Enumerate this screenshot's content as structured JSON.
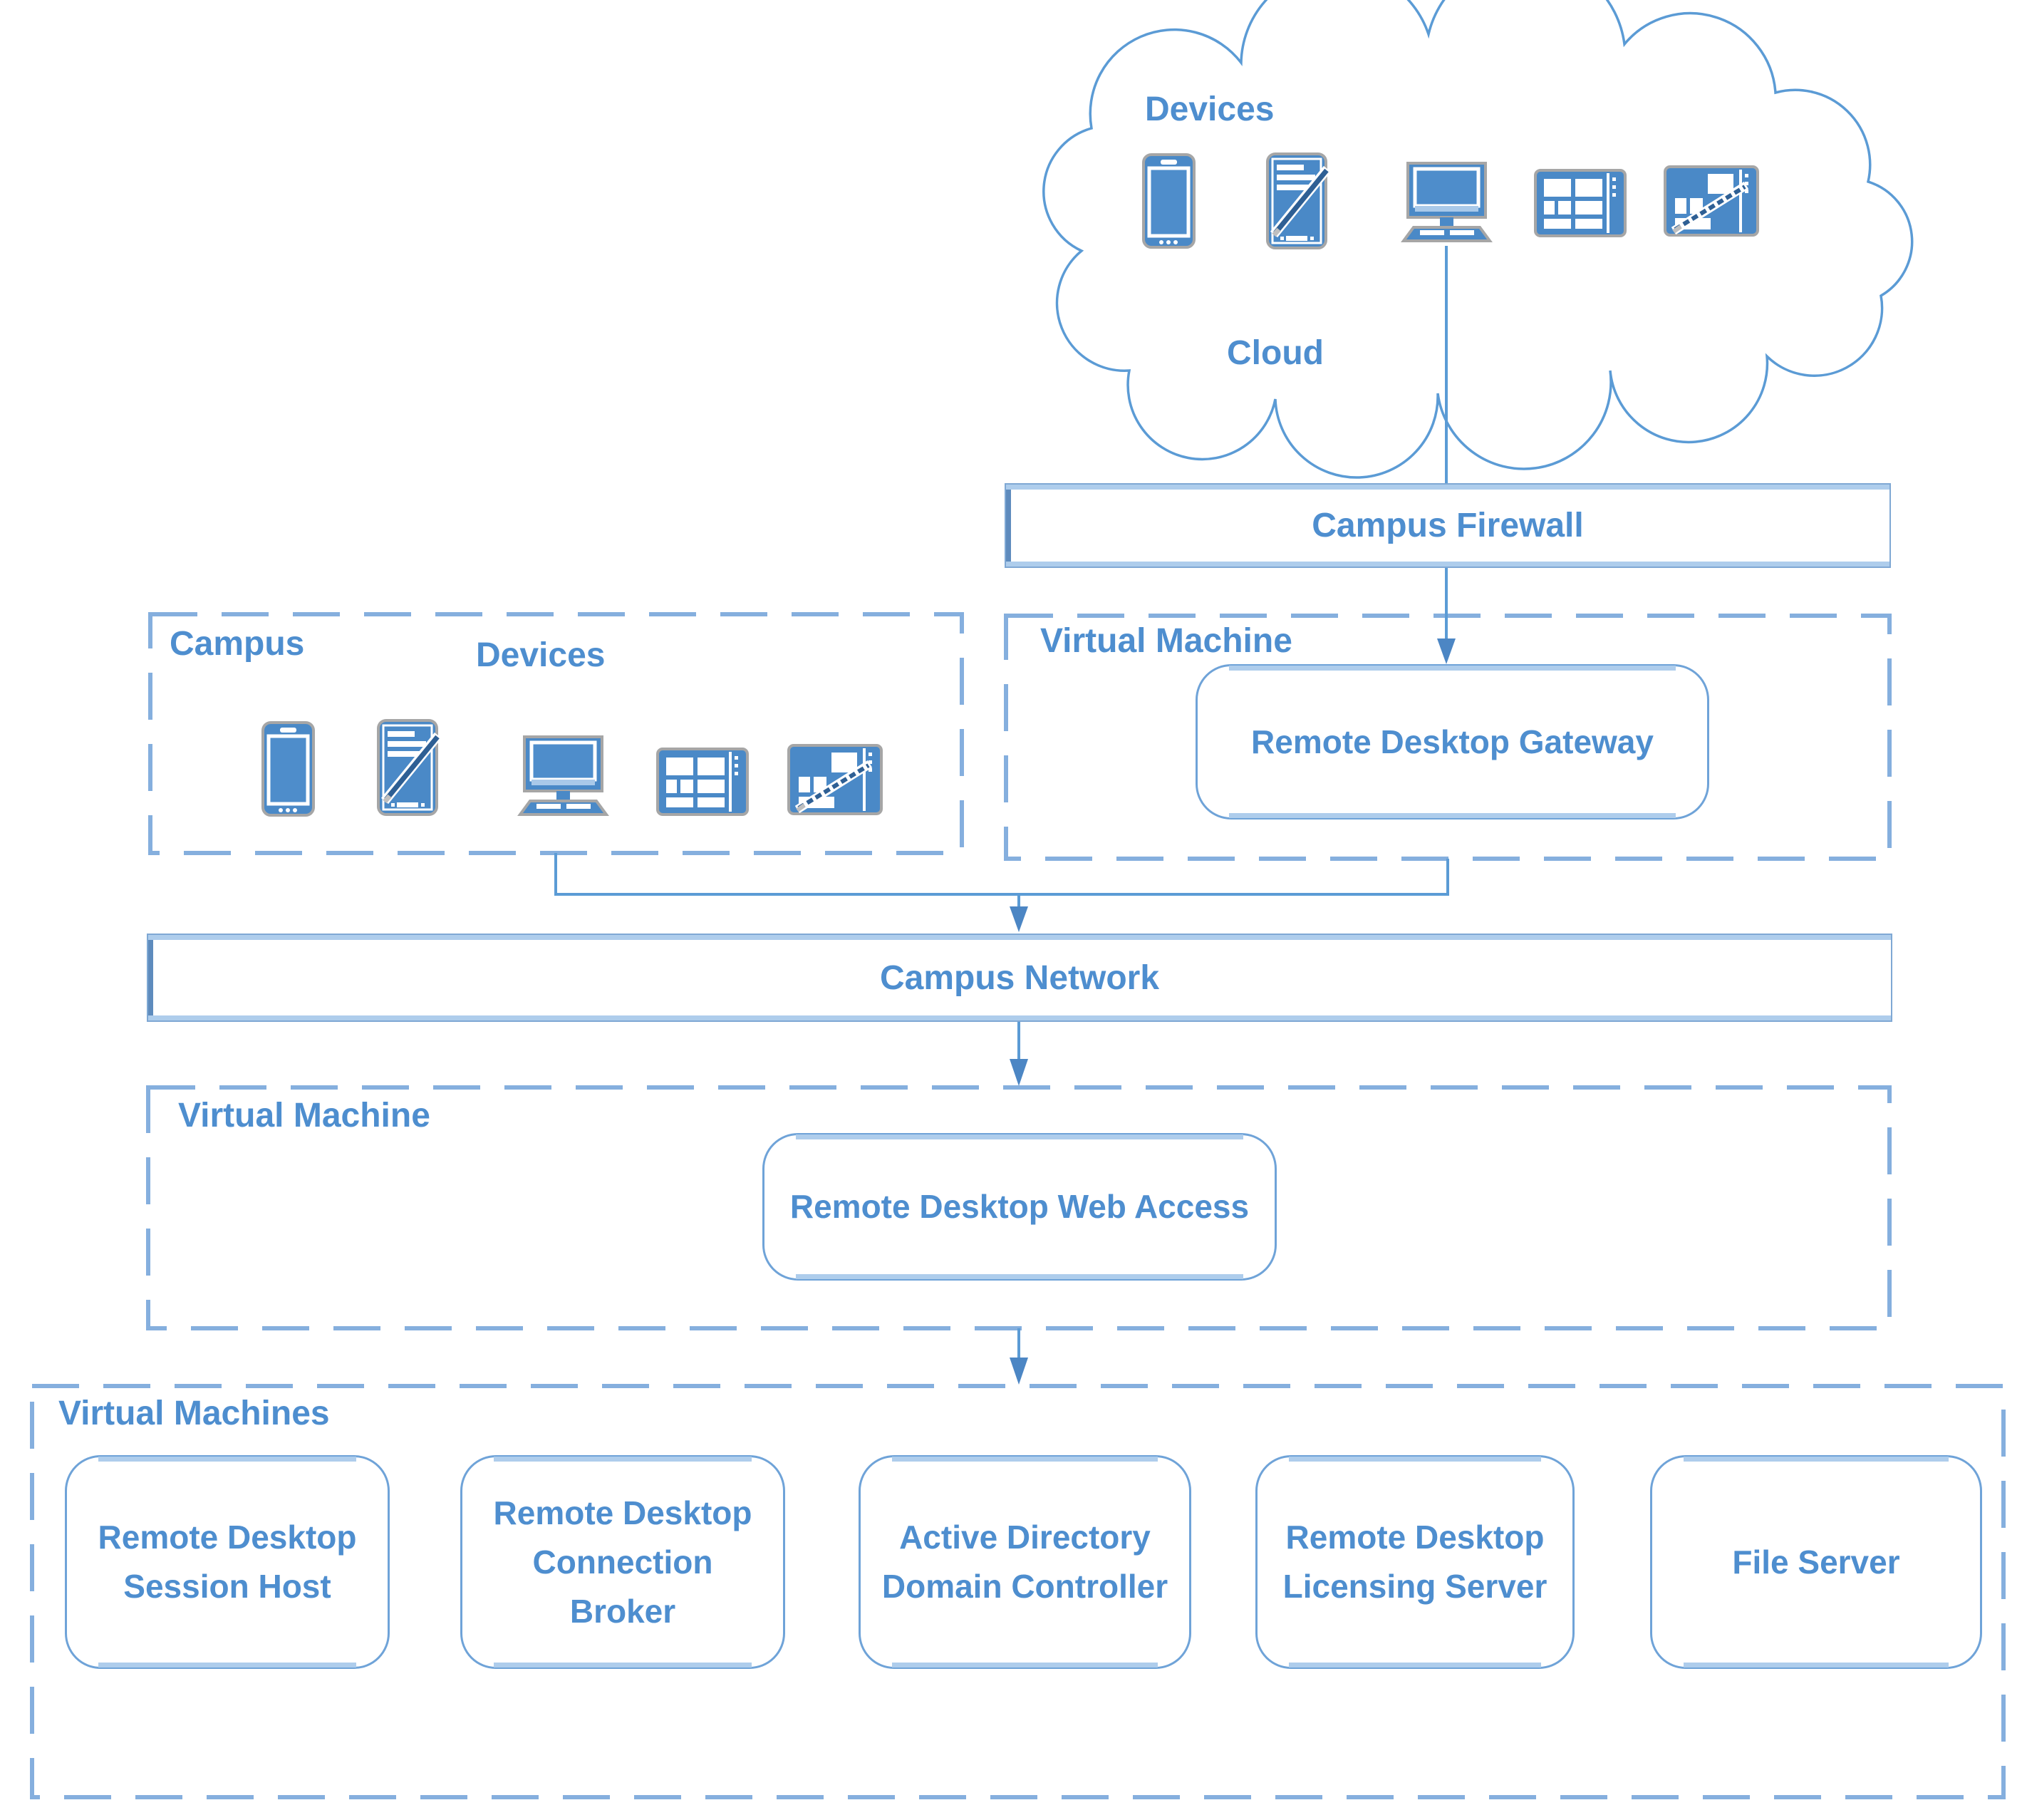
{
  "cloud": {
    "devices_label": "Devices",
    "label": "Cloud",
    "device_icons": [
      "smartphone",
      "tablet-with-stylus",
      "desktop-computer",
      "tablet-grid",
      "tablet-grid-with-stylus"
    ]
  },
  "firewall": {
    "label": "Campus Firewall"
  },
  "gateway_zone": {
    "label": "Virtual Machine",
    "node_label": "Remote Desktop Gateway"
  },
  "campus": {
    "label": "Campus",
    "devices_label": "Devices",
    "device_icons": [
      "smartphone",
      "tablet-with-stylus",
      "desktop-computer",
      "tablet-grid",
      "tablet-grid-with-stylus"
    ]
  },
  "network": {
    "label": "Campus Network"
  },
  "web_access_zone": {
    "label": "Virtual Machine",
    "node_label": "Remote Desktop Web Access"
  },
  "vm_zone": {
    "label": "Virtual Machines",
    "nodes": [
      "Remote Desktop Session Host",
      "Remote Desktop Connection Broker",
      "Active Directory Domain Controller",
      "Remote Desktop Licensing Server",
      "File Server"
    ]
  },
  "colors": {
    "line": "#5B9BD5",
    "dash_border": "#85AFDE",
    "text": "#4E8ECF",
    "icon_blue": "#4A89C7",
    "icon_light": "#A9C9E9",
    "icon_gray": "#A6A6A6",
    "highlight_band": "#AECDEC",
    "arrowhead": "#4C86C4"
  }
}
